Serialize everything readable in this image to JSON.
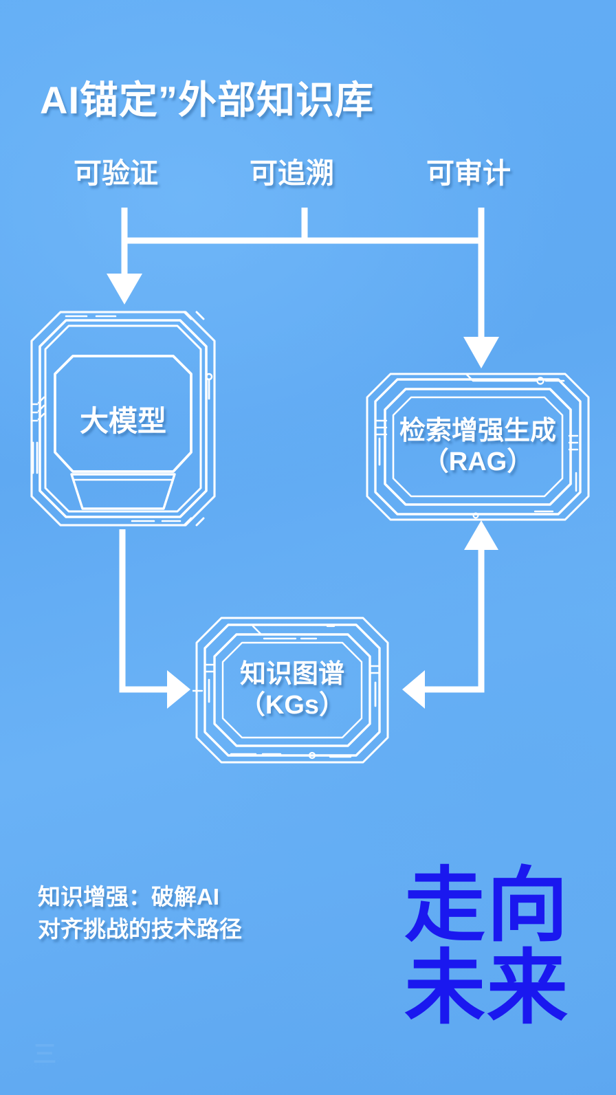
{
  "theme": {
    "background_color": "#63aef5",
    "line_color": "#ffffff",
    "text_color": "#ffffff",
    "slogan_color": "#1a18ef"
  },
  "header": {
    "title": "AI锚定”外部知识库",
    "attributes": [
      {
        "label": "可验证"
      },
      {
        "label": "可追溯"
      },
      {
        "label": "可审计"
      }
    ]
  },
  "diagram": {
    "nodes": [
      {
        "id": "llm",
        "text": "大模型"
      },
      {
        "id": "rag",
        "text": "检索增强生成\n（RAG）"
      },
      {
        "id": "kg",
        "text": "知识图谱\n（KGs）"
      }
    ]
  },
  "footer": {
    "caption": "知识增强：破解AI\n对齐挑战的技术路径",
    "slogan": "走向\n未来"
  },
  "watermark": {
    "text": "三"
  }
}
